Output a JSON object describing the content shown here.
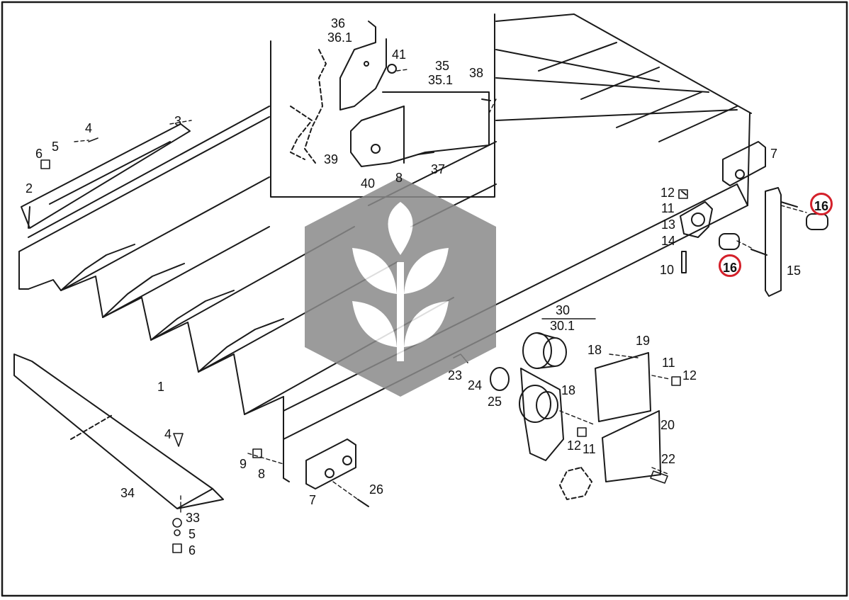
{
  "colors": {
    "line": "#1a1a1a",
    "paper": "#ffffff",
    "highlight": "#d4202a",
    "watermark": "#8a8a8a"
  },
  "watermark": {
    "icon": "wheat-hexagon-logo"
  },
  "labels": {
    "p1": "1",
    "p2": "2",
    "p3": "3",
    "p4a": "4",
    "p4b": "4",
    "p5a": "5",
    "p5b": "5",
    "p6a": "6",
    "p6b": "6",
    "p7a": "7",
    "p7b": "7",
    "p8a": "8",
    "p8b": "8",
    "p9": "9",
    "p10": "10",
    "p11a": "11",
    "p11b": "11",
    "p11c": "11",
    "p12a": "12",
    "p12b": "12",
    "p12c": "12",
    "p13": "13",
    "p14": "14",
    "p15": "15",
    "p16a": "16",
    "p16b": "16",
    "p18a": "18",
    "p18b": "18",
    "p19": "19",
    "p20": "20",
    "p22": "22",
    "p23": "23",
    "p24": "24",
    "p25": "25",
    "p26": "26",
    "p30": "30",
    "p30_1": "30.1",
    "p33": "33",
    "p34": "34",
    "p35": "35",
    "p35_1": "35.1",
    "p36": "36",
    "p36_1": "36.1",
    "p37": "37",
    "p38": "38",
    "p39": "39",
    "p40": "40",
    "p41": "41"
  }
}
